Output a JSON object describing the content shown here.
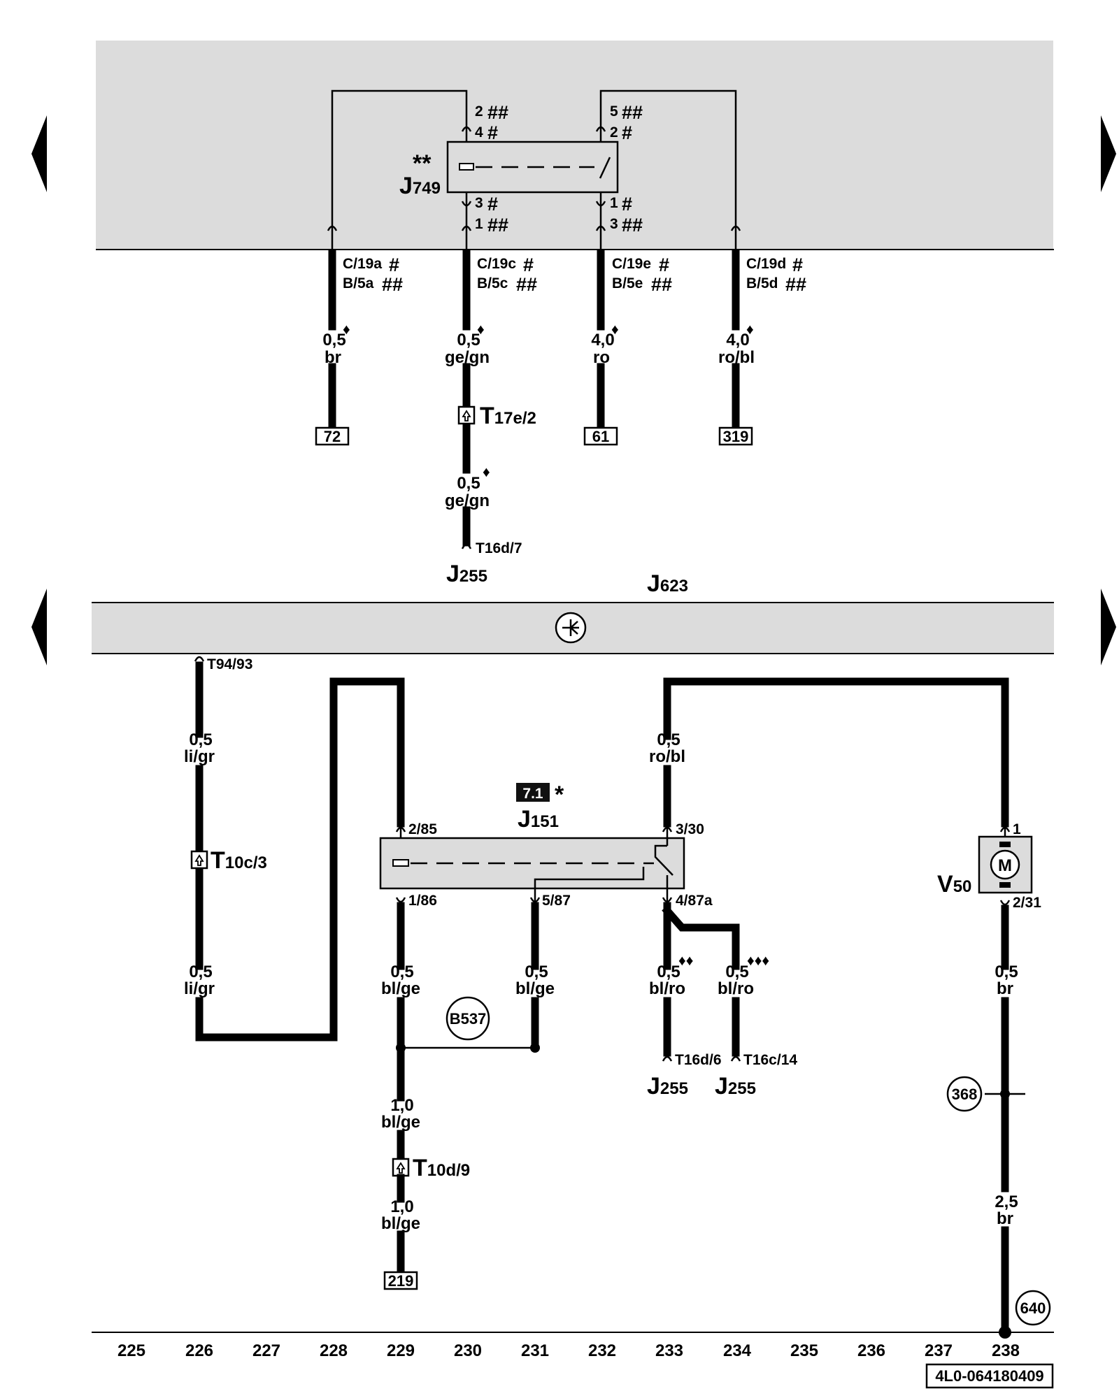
{
  "upper": {
    "relay": {
      "stars": "**",
      "letter": "J",
      "sub": "749"
    },
    "pins": {
      "l_top_a": "2",
      "l_top_a_mark": "##",
      "l_top_b": "4",
      "l_top_b_mark": "#",
      "l_bot_a": "3",
      "l_bot_a_mark": "#",
      "l_bot_b": "1",
      "l_bot_b_mark": "##",
      "r_top_a": "5",
      "r_top_a_mark": "##",
      "r_top_b": "2",
      "r_top_b_mark": "#",
      "r_bot_a": "1",
      "r_bot_a_mark": "#",
      "r_bot_b": "3",
      "r_bot_b_mark": "##"
    },
    "connectors": [
      {
        "a": "C/19a",
        "a_mark": "#",
        "b": "B/5a",
        "b_mark": "##"
      },
      {
        "a": "C/19c",
        "a_mark": "#",
        "b": "B/5c",
        "b_mark": "##"
      },
      {
        "a": "C/19e",
        "a_mark": "#",
        "b": "B/5e",
        "b_mark": "##"
      },
      {
        "a": "C/19d",
        "a_mark": "#",
        "b": "B/5d",
        "b_mark": "##"
      }
    ],
    "wires": [
      {
        "size": "0,5",
        "color": "br",
        "diamond": "♦",
        "ref": "72"
      },
      {
        "size": "0,5",
        "color": "ge/gn",
        "diamond": "♦"
      },
      {
        "size": "4,0",
        "color": "ro",
        "diamond": "♦",
        "ref": "61"
      },
      {
        "size": "4,0",
        "color": "ro/bl",
        "diamond": "♦",
        "ref": "319"
      }
    ],
    "t17": {
      "letter": "T",
      "sub": "17e/2"
    },
    "wire2_lower": {
      "size": "0,5",
      "color": "ge/gn",
      "diamond": "♦"
    },
    "t16d7": "T16d/7",
    "j255": {
      "letter": "J",
      "sub": "255"
    }
  },
  "j623": {
    "letter": "J",
    "sub": "623"
  },
  "lower": {
    "t94": "T94/93",
    "w226_top": {
      "size": "0,5",
      "color": "li/gr"
    },
    "t10c": {
      "letter": "T",
      "sub": "10c/3"
    },
    "w226_bot": {
      "size": "0,5",
      "color": "li/gr"
    },
    "relay": {
      "badge": "7.1",
      "star": "*",
      "letter": "J",
      "sub": "151"
    },
    "pins": {
      "p285": "2/85",
      "p186": "1/86",
      "p587": "5/87",
      "p330": "3/30",
      "p487a": "4/87a",
      "p1": "1",
      "p231": "2/31"
    },
    "w229a": {
      "size": "0,5",
      "color": "bl/ge"
    },
    "w231": {
      "size": "0,5",
      "color": "bl/ge"
    },
    "b537": "B537",
    "w229b": {
      "size": "1,0",
      "color": "bl/ge"
    },
    "t10d": {
      "letter": "T",
      "sub": "10d/9"
    },
    "w229c": {
      "size": "1,0",
      "color": "bl/ge"
    },
    "ref219": "219",
    "w233_top": {
      "size": "0,5",
      "color": "ro/bl"
    },
    "w233_bot": {
      "size": "0,5",
      "color": "bl/ro",
      "diamonds": "♦♦"
    },
    "w234_bot": {
      "size": "0,5",
      "color": "bl/ro",
      "diamonds": "♦♦♦"
    },
    "t16d6": "T16d/6",
    "t16c14": "T16c/14",
    "j255a": {
      "letter": "J",
      "sub": "255"
    },
    "j255b": {
      "letter": "J",
      "sub": "255"
    },
    "motor": {
      "symbol": "M",
      "letter": "V",
      "sub": "50"
    },
    "w238a": {
      "size": "0,5",
      "color": "br"
    },
    "c368": "368",
    "w238b": {
      "size": "2,5",
      "color": "br"
    },
    "c640": "640"
  },
  "columns": [
    "225",
    "226",
    "227",
    "228",
    "229",
    "230",
    "231",
    "232",
    "233",
    "234",
    "235",
    "236",
    "237",
    "238"
  ],
  "code": "4L0-064180409"
}
